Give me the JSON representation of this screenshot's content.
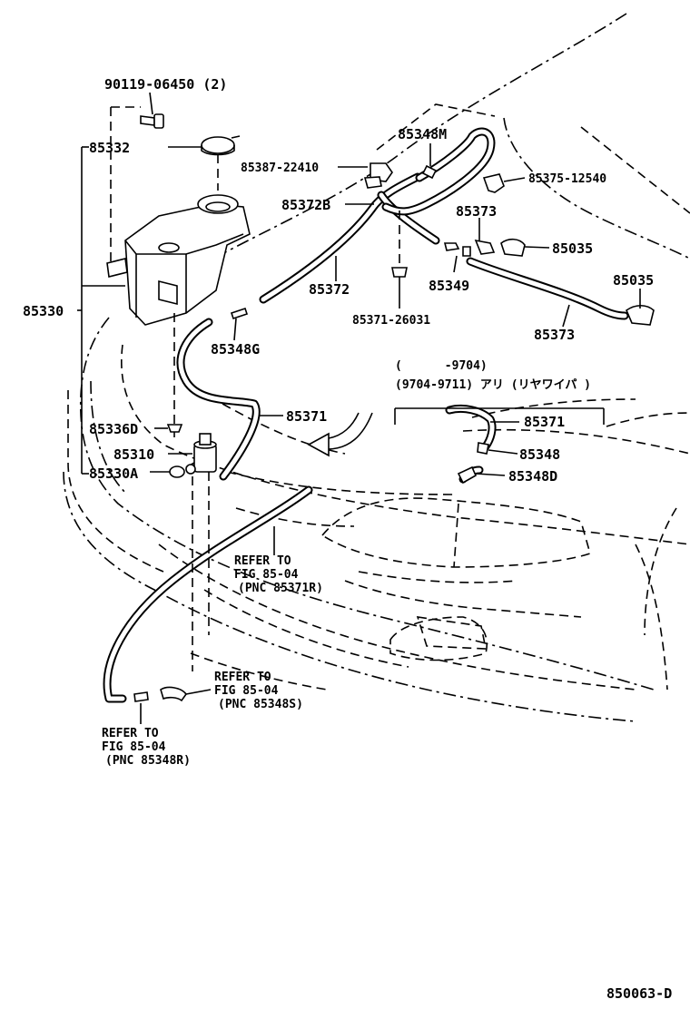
{
  "labels": {
    "p90119": "90119-06450 (2)",
    "p85332": "85332",
    "p85387": "85387-22410",
    "p85348M": "85348M",
    "p85375": "85375-12540",
    "p85372B": "85372B",
    "p85373a": "85373",
    "p85035a": "85035",
    "p85035b": "85035",
    "p85372": "85372",
    "p85349": "85349",
    "p85330": "85330",
    "p85371_26031": "85371-26031",
    "p85373b": "85373",
    "p85348G": "85348G",
    "p85371a": "85371",
    "p85336D": "85336D",
    "p85310": "85310",
    "p85330A": "85330A",
    "p85371b": "85371",
    "p85348": "85348",
    "p85348D": "85348D"
  },
  "variant": {
    "line1": "(      -9704)",
    "line2": "(9704-9711) アリ (リヤワイパ )"
  },
  "refs": {
    "ref1": {
      "l1": "REFER TO",
      "l2": "FIG 85-04",
      "l3": "(PNC 85371R)"
    },
    "ref2": {
      "l1": "REFER TO",
      "l2": "FIG 85-04",
      "l3": "(PNC 85348S)"
    },
    "ref3": {
      "l1": "REFER TO",
      "l2": "FIG 85-04",
      "l3": "(PNC 85348R)"
    }
  },
  "figure_id": "850063-D"
}
